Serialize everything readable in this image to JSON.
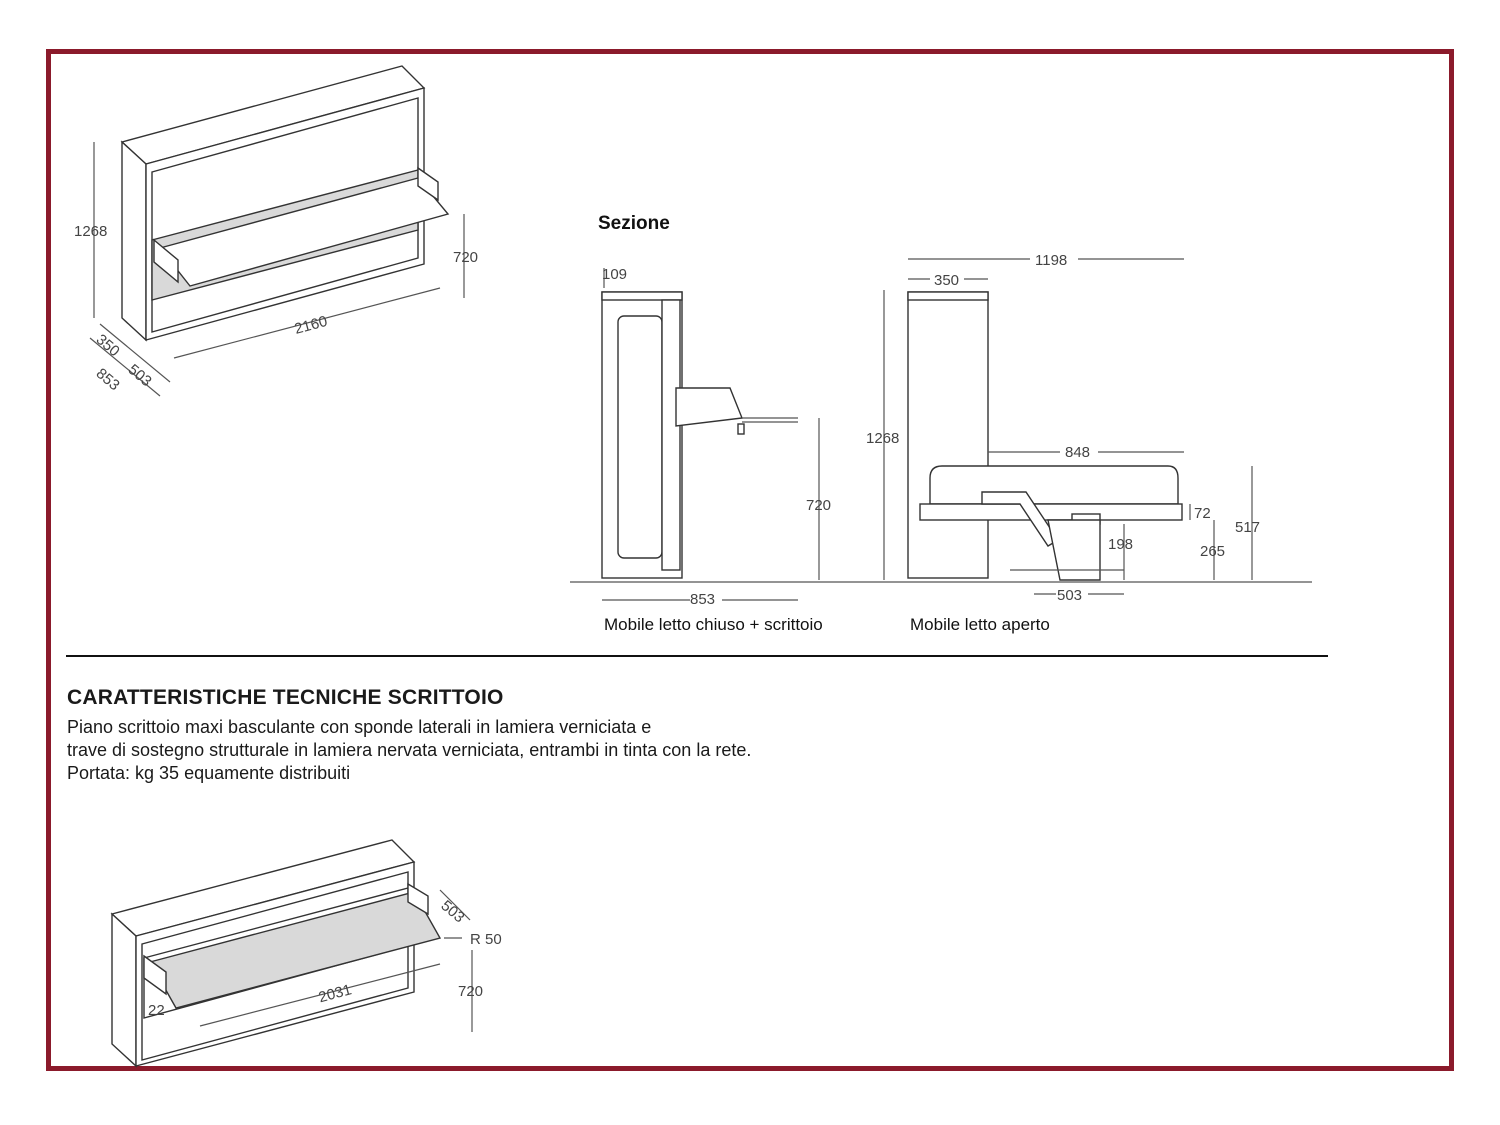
{
  "colors": {
    "frame": "#8b1a2b",
    "line": "#555555",
    "fill_grey": "#d9d9d9"
  },
  "iso_top": {
    "height": "1268",
    "width": "2160",
    "desk_height": "720",
    "depth_a": "350",
    "depth_b": "503",
    "depth_c": "853"
  },
  "section": {
    "title": "Sezione",
    "closed": {
      "top": "109",
      "desk_height": "720",
      "depth": "853",
      "caption": "Mobile letto chiuso + scrittoio"
    },
    "open": {
      "total_depth": "1198",
      "cabinet_depth": "350",
      "height": "1268",
      "bed_length": "848",
      "bed_thickness": "72",
      "leg_height": "198",
      "desk_h": "265",
      "bed_height": "517",
      "desk_depth": "503",
      "caption": "Mobile letto aperto"
    }
  },
  "spec": {
    "title": "CARATTERISTICHE TECNICHE SCRITTOIO",
    "lines": [
      "Piano scrittoio maxi basculante con sponde laterali in lamiera verniciata e",
      "trave di sostegno strutturale in lamiera nervata verniciata, entrambi in tinta con la rete.",
      "Portata: kg 35 equamente distribuiti"
    ]
  },
  "iso_bottom": {
    "depth": "503",
    "radius": "R 50",
    "width": "2031",
    "thickness": "22",
    "desk_height": "720"
  }
}
